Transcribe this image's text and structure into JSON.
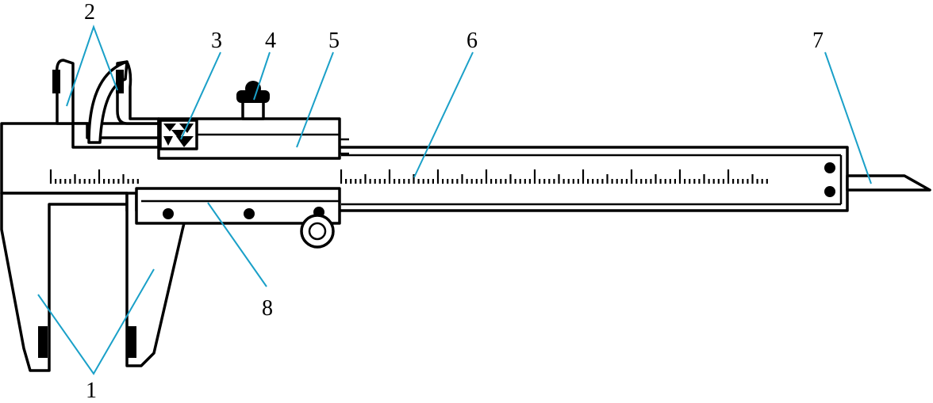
{
  "diagram": {
    "colors": {
      "line": "#000000",
      "leader": "#1aa0c8",
      "background": "#ffffff"
    },
    "labels": [
      {
        "id": "1",
        "text": "1"
      },
      {
        "id": "2",
        "text": "2"
      },
      {
        "id": "3",
        "text": "3"
      },
      {
        "id": "4",
        "text": "4"
      },
      {
        "id": "5",
        "text": "5"
      },
      {
        "id": "6",
        "text": "6"
      },
      {
        "id": "7",
        "text": "7"
      },
      {
        "id": "8",
        "text": "8"
      }
    ]
  }
}
